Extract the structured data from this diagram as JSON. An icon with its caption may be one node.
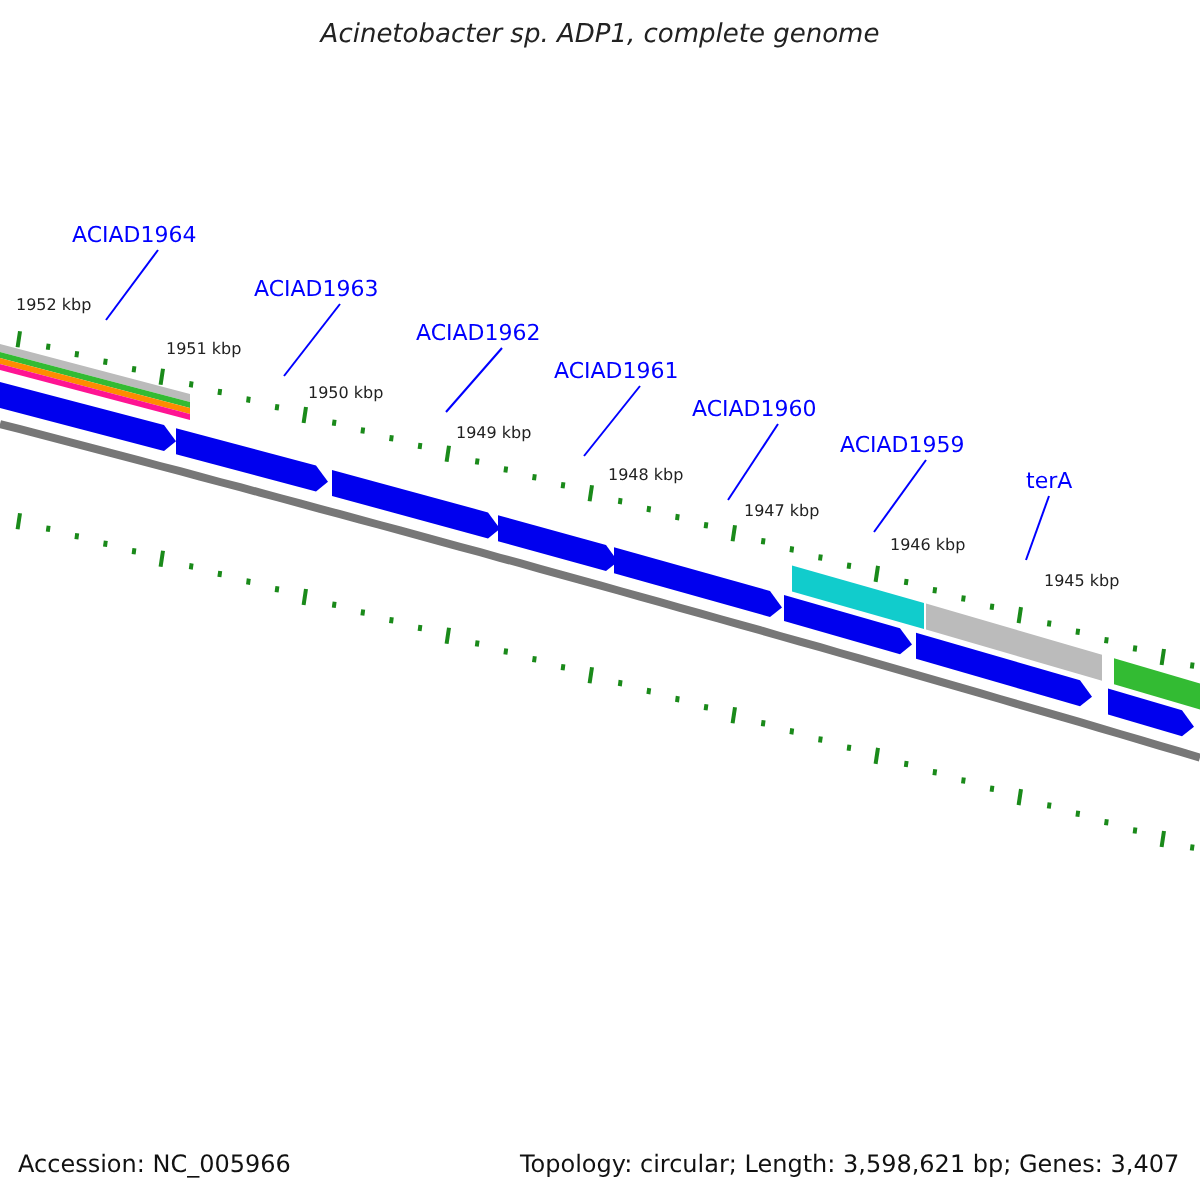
{
  "diagram": {
    "title": "Acinetobacter sp. ADP1, complete genome",
    "nodes": [
      {
        "text": [
          "ACIAD1964"
        ]
      },
      {
        "text": [
          "ACIAD1963"
        ]
      },
      {
        "text": [
          "ACIAD1962"
        ]
      },
      {
        "text": [
          "ACIAD1961"
        ]
      },
      {
        "text": [
          "ACIAD1960"
        ]
      },
      {
        "text": [
          "ACIAD1959"
        ]
      },
      {
        "text": [
          "terA"
        ]
      }
    ],
    "edges": [
      {
        "from": 0,
        "to": null,
        "arrow": "none"
      },
      {
        "from": 1,
        "to": null,
        "arrow": "none"
      },
      {
        "from": 2,
        "to": null,
        "arrow": "none"
      },
      {
        "from": 3,
        "to": null,
        "arrow": "none"
      },
      {
        "from": 4,
        "to": null,
        "arrow": "none"
      },
      {
        "from": 5,
        "to": null,
        "arrow": "none"
      },
      {
        "from": 6,
        "to": null,
        "arrow": "none"
      }
    ],
    "labels": [
      "1952 kbp",
      "1951 kbp",
      "1950 kbp",
      "1949 kbp",
      "1948 kbp",
      "1947 kbp",
      "1946 kbp",
      "1945 kbp",
      "Accession: NC_005966",
      "Topology: circular; Length: 3,598,621 bp; Genes: 3,407"
    ]
  }
}
